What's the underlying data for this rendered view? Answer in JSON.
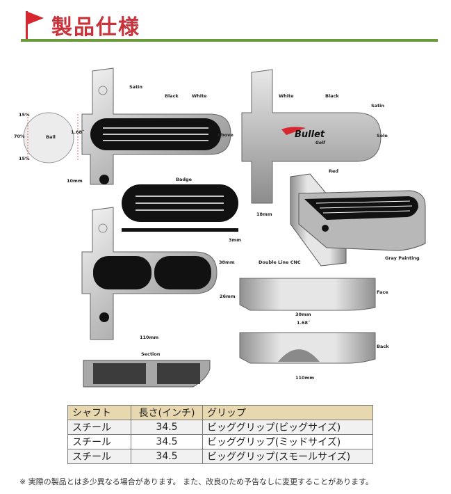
{
  "header": {
    "title": "製品仕様"
  },
  "labels": {
    "satin": "Satin",
    "black": "Black",
    "white": "White",
    "above": "Above",
    "ball": "Ball",
    "ball_size": "1.68˝",
    "pct_top": "15%",
    "pct_mid": "70%",
    "pct_bottom": "15%",
    "ten_mm": "10mm",
    "badge": "Badge",
    "three_mm": "3mm",
    "sole": "Sole",
    "red": "Red",
    "eighteen_mm": "18mm",
    "gray_painting": "Gray Painting",
    "thirtyeight_mm": "38mm",
    "twentysix_mm": "26mm",
    "double_line_cnc": "Double Line CNC",
    "face": "Face",
    "thirty_mm": "30mm",
    "width_168": "1.68˝",
    "back": "Back",
    "one_ten_mm_a": "110mm",
    "one_ten_mm_b": "110mm",
    "section": "Section",
    "logo_word": "Bullet",
    "logo_sub": "Golf"
  },
  "table": {
    "headers": [
      "シャフト",
      "長さ(インチ)",
      "グリップ"
    ],
    "rows": [
      [
        "スチール",
        "34.5",
        "ビッググリップ(ビッグサイズ)"
      ],
      [
        "スチール",
        "34.5",
        "ビッググリップ(ミッドサイズ)"
      ],
      [
        "スチール",
        "34.5",
        "ビッググリップ(スモールサイズ)"
      ]
    ]
  },
  "note": "※ 実際の製品とは多少異なる場合があります。 また、改良のため予告なしに変更することがあります。",
  "colors": {
    "title": "#c8323a",
    "rule": "#6a9b3a",
    "flag": "#d7262e",
    "table_header": "#e8d8b0"
  }
}
